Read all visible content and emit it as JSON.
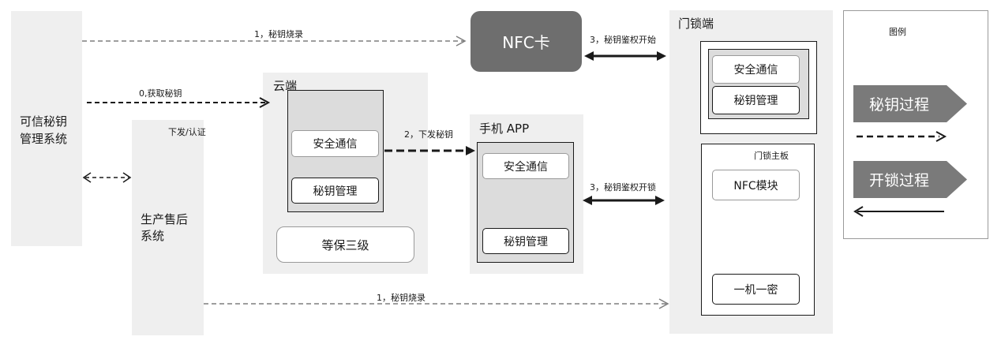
{
  "trusted_system": {
    "label": "可信秘钥\n管理系统"
  },
  "factory_system": {
    "top_label": "下发/认证",
    "label": "生产售后\n系统"
  },
  "cloud": {
    "title": "云端",
    "module_secure_comm": "安全通信",
    "module_key_mgmt": "秘钥管理",
    "level_badge": "等保三级"
  },
  "nfc_card": {
    "label": "NFC卡"
  },
  "phone_app": {
    "title": "手机 APP",
    "module_secure_comm": "安全通信",
    "module_key_mgmt": "秘钥管理"
  },
  "door_lock": {
    "title": "门锁端",
    "module_secure_comm": "安全通信",
    "module_key_mgmt": "秘钥管理",
    "board_title": "门锁主板",
    "nfc_module": "NFC模块",
    "one_device_one_key": "一机一密"
  },
  "arrows": {
    "burn_key_top": "1，秘钥烧录",
    "get_key": "0,获取秘钥",
    "issue_key": "2，下发秘钥",
    "auth_start_nfc": "3，秘钥鉴权开始",
    "auth_unlock": "3，秘钥鉴权开锁",
    "burn_key_bottom": "1，秘钥烧录"
  },
  "legend": {
    "title": "图例",
    "key_process": "秘钥过程",
    "unlock_process": "开锁过程"
  },
  "colors": {
    "panel": "#efefef",
    "module_fill": "#dcdcdc",
    "nfc_card": "#6e6e6e",
    "legend_chevron": "#7a7a7a",
    "dashed_gray": "#7f7f7f",
    "line_dark": "#1a1a1a"
  }
}
